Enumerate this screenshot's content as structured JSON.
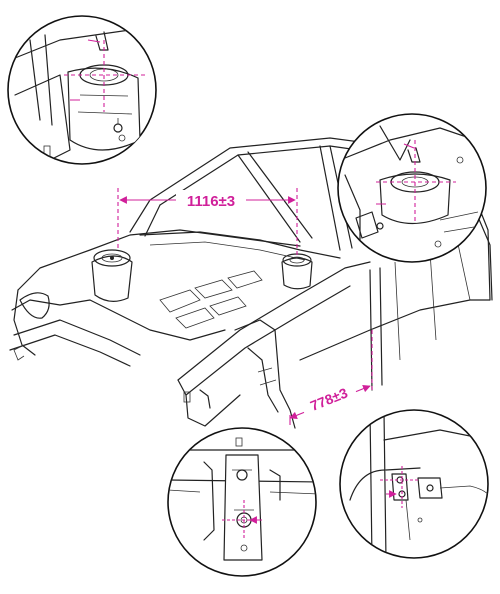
{
  "diagram": {
    "dimensions": {
      "strut_tower_span": "1116±3",
      "pillar_offset": "778±3"
    },
    "colors": {
      "dimension": "#d0209a",
      "line": "#222222",
      "background": "#ffffff"
    },
    "callouts": [
      {
        "id": "front-left-strut-mount",
        "icon": "strut-tower-detail"
      },
      {
        "id": "front-right-strut-mount",
        "icon": "strut-tower-detail"
      },
      {
        "id": "front-pillar-lower-mount",
        "icon": "pillar-bracket-detail"
      },
      {
        "id": "center-pillar-hinge-mount",
        "icon": "hinge-bracket-detail"
      }
    ]
  }
}
